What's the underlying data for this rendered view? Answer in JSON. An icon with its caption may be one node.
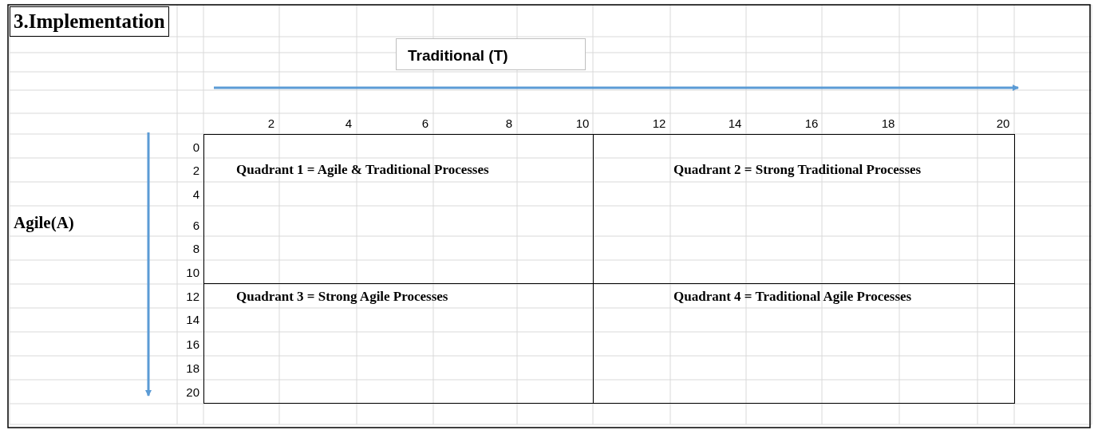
{
  "diagram": {
    "title": "3.Implementation",
    "nodes": [
      {
        "text": [
          "Traditional (T)"
        ]
      },
      {
        "text": [
          "Quadrant 1 = Agile & Traditional Processes"
        ]
      },
      {
        "text": [
          "Quadrant 2 = Strong Traditional Processes"
        ]
      },
      {
        "text": [
          "Quadrant 3 = Strong Agile Processes"
        ]
      },
      {
        "text": [
          "Quadrant 4 = Traditional Agile Processes"
        ]
      }
    ],
    "edges": [],
    "labels": [
      "2",
      "4",
      "6",
      "8",
      "10",
      "12",
      "14",
      "16",
      "18",
      "20",
      "0",
      "2",
      "4",
      "Agile(A)",
      "6",
      "8",
      "10",
      "12",
      "14",
      "16",
      "18",
      "20"
    ]
  }
}
